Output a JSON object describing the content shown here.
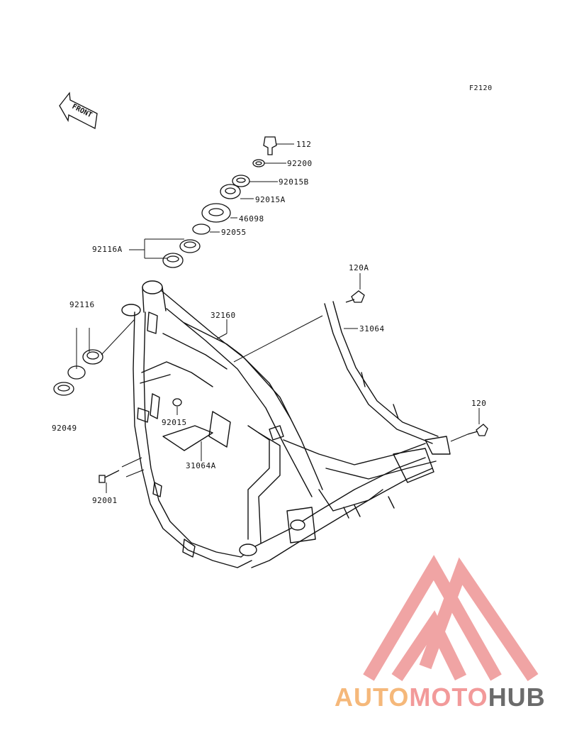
{
  "diagram": {
    "ref_code": "F2120",
    "front_label": "FRONT",
    "callouts": [
      {
        "id": "112",
        "text": "112"
      },
      {
        "id": "92200",
        "text": "92200"
      },
      {
        "id": "92015B",
        "text": "92015B"
      },
      {
        "id": "92015A",
        "text": "92015A"
      },
      {
        "id": "46098",
        "text": "46098"
      },
      {
        "id": "92055",
        "text": "92055"
      },
      {
        "id": "92116A",
        "text": "92116A"
      },
      {
        "id": "120A",
        "text": "120A"
      },
      {
        "id": "92116",
        "text": "92116"
      },
      {
        "id": "32160",
        "text": "32160"
      },
      {
        "id": "31064",
        "text": "31064"
      },
      {
        "id": "120",
        "text": "120"
      },
      {
        "id": "92049",
        "text": "92049"
      },
      {
        "id": "92015",
        "text": "92015"
      },
      {
        "id": "31064A",
        "text": "31064A"
      },
      {
        "id": "92001",
        "text": "92001"
      }
    ]
  },
  "watermark": {
    "part1": "AUTO",
    "part2": "MOTO",
    "part3": "HUB",
    "colors": {
      "part1": "#f5b87a",
      "part2": "#f29a9a",
      "part3": "#6b6b6b",
      "triangle": "#f0a0a0"
    }
  }
}
